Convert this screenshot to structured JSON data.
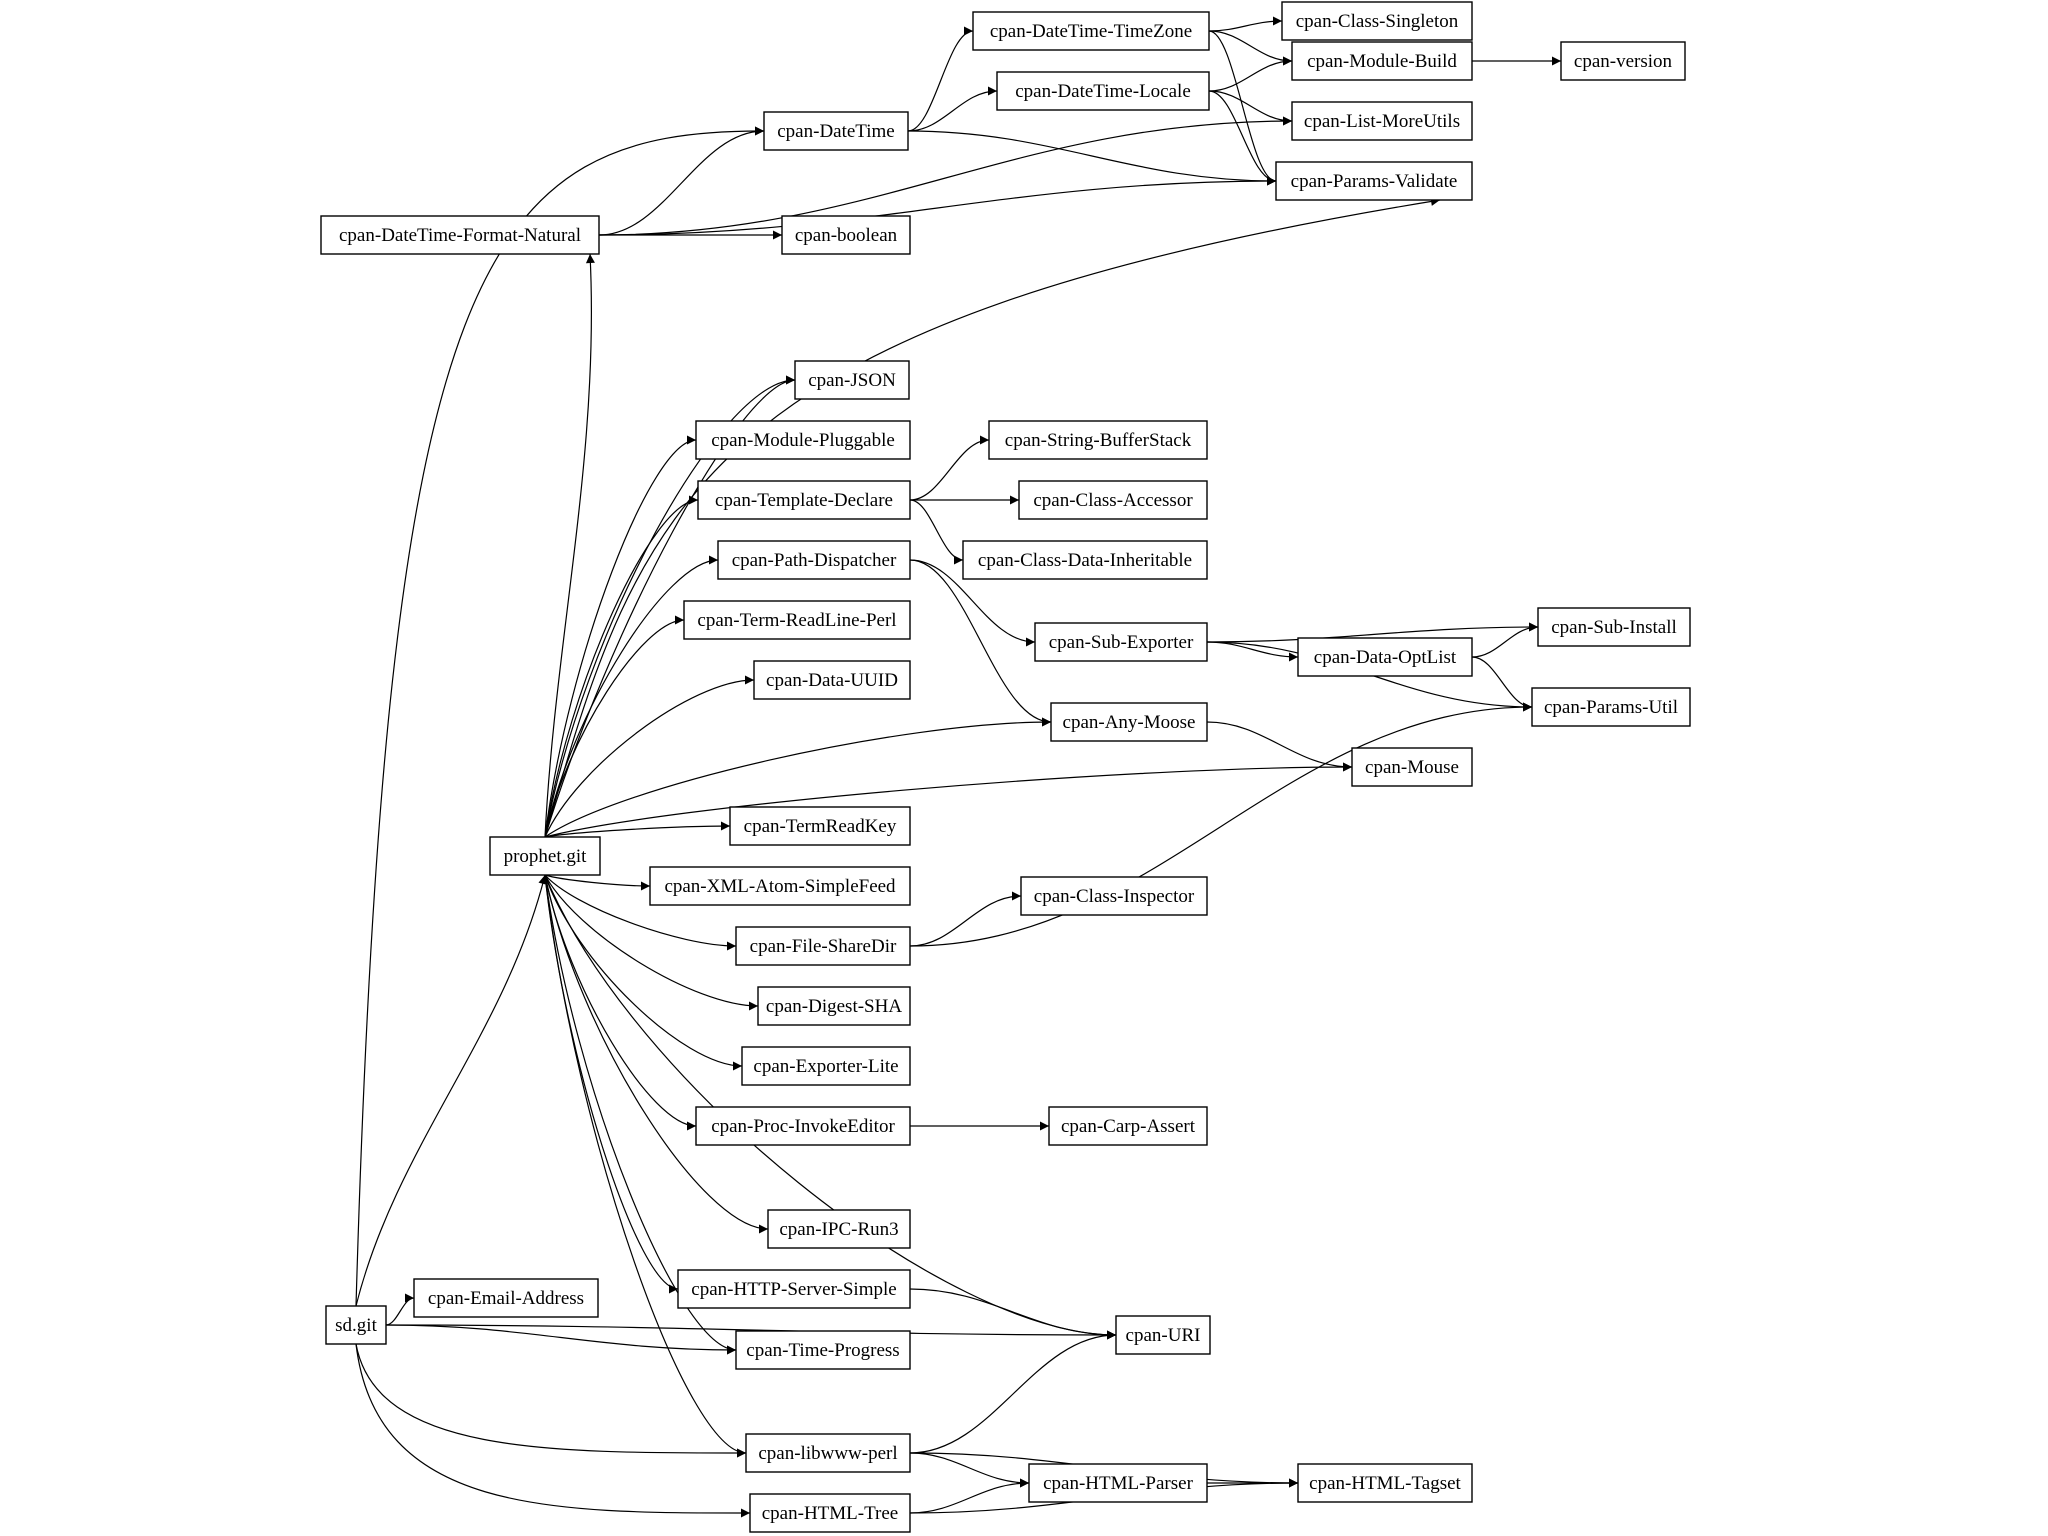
{
  "graph": {
    "nodes": [
      {
        "id": "cpan-Class-Singleton",
        "label": "cpan-Class-Singleton"
      },
      {
        "id": "cpan-DateTime-TimeZone",
        "label": "cpan-DateTime-TimeZone"
      },
      {
        "id": "cpan-Module-Build",
        "label": "cpan-Module-Build"
      },
      {
        "id": "cpan-version",
        "label": "cpan-version"
      },
      {
        "id": "cpan-DateTime-Locale",
        "label": "cpan-DateTime-Locale"
      },
      {
        "id": "cpan-List-MoreUtils",
        "label": "cpan-List-MoreUtils"
      },
      {
        "id": "cpan-DateTime",
        "label": "cpan-DateTime"
      },
      {
        "id": "cpan-Params-Validate",
        "label": "cpan-Params-Validate"
      },
      {
        "id": "cpan-DateTime-Format-Natural",
        "label": "cpan-DateTime-Format-Natural"
      },
      {
        "id": "cpan-boolean",
        "label": "cpan-boolean"
      },
      {
        "id": "cpan-JSON",
        "label": "cpan-JSON"
      },
      {
        "id": "cpan-Module-Pluggable",
        "label": "cpan-Module-Pluggable"
      },
      {
        "id": "cpan-String-BufferStack",
        "label": "cpan-String-BufferStack"
      },
      {
        "id": "cpan-Template-Declare",
        "label": "cpan-Template-Declare"
      },
      {
        "id": "cpan-Class-Accessor",
        "label": "cpan-Class-Accessor"
      },
      {
        "id": "cpan-Path-Dispatcher",
        "label": "cpan-Path-Dispatcher"
      },
      {
        "id": "cpan-Class-Data-Inheritable",
        "label": "cpan-Class-Data-Inheritable"
      },
      {
        "id": "cpan-Term-ReadLine-Perl",
        "label": "cpan-Term-ReadLine-Perl"
      },
      {
        "id": "cpan-Sub-Exporter",
        "label": "cpan-Sub-Exporter"
      },
      {
        "id": "cpan-Sub-Install",
        "label": "cpan-Sub-Install"
      },
      {
        "id": "cpan-Data-OptList",
        "label": "cpan-Data-OptList"
      },
      {
        "id": "cpan-Data-UUID",
        "label": "cpan-Data-UUID"
      },
      {
        "id": "cpan-Params-Util",
        "label": "cpan-Params-Util"
      },
      {
        "id": "cpan-Any-Moose",
        "label": "cpan-Any-Moose"
      },
      {
        "id": "cpan-Mouse",
        "label": "cpan-Mouse"
      },
      {
        "id": "cpan-TermReadKey",
        "label": "cpan-TermReadKey"
      },
      {
        "id": "prophet.git",
        "label": "prophet.git"
      },
      {
        "id": "cpan-XML-Atom-SimpleFeed",
        "label": "cpan-XML-Atom-SimpleFeed"
      },
      {
        "id": "cpan-Class-Inspector",
        "label": "cpan-Class-Inspector"
      },
      {
        "id": "cpan-File-ShareDir",
        "label": "cpan-File-ShareDir"
      },
      {
        "id": "cpan-Digest-SHA",
        "label": "cpan-Digest-SHA"
      },
      {
        "id": "cpan-Exporter-Lite",
        "label": "cpan-Exporter-Lite"
      },
      {
        "id": "cpan-Proc-InvokeEditor",
        "label": "cpan-Proc-InvokeEditor"
      },
      {
        "id": "cpan-Carp-Assert",
        "label": "cpan-Carp-Assert"
      },
      {
        "id": "cpan-IPC-Run3",
        "label": "cpan-IPC-Run3"
      },
      {
        "id": "cpan-HTTP-Server-Simple",
        "label": "cpan-HTTP-Server-Simple"
      },
      {
        "id": "sd.git",
        "label": "sd.git"
      },
      {
        "id": "cpan-Email-Address",
        "label": "cpan-Email-Address"
      },
      {
        "id": "cpan-URI",
        "label": "cpan-URI"
      },
      {
        "id": "cpan-Time-Progress",
        "label": "cpan-Time-Progress"
      },
      {
        "id": "cpan-libwww-perl",
        "label": "cpan-libwww-perl"
      },
      {
        "id": "cpan-HTML-Parser",
        "label": "cpan-HTML-Parser"
      },
      {
        "id": "cpan-HTML-Tagset",
        "label": "cpan-HTML-Tagset"
      },
      {
        "id": "cpan-HTML-Tree",
        "label": "cpan-HTML-Tree"
      }
    ],
    "edges": [
      {
        "from": "cpan-DateTime-TimeZone",
        "to": "cpan-Class-Singleton"
      },
      {
        "from": "cpan-DateTime-TimeZone",
        "to": "cpan-Module-Build"
      },
      {
        "from": "cpan-DateTime-TimeZone",
        "to": "cpan-Params-Validate"
      },
      {
        "from": "cpan-Module-Build",
        "to": "cpan-version"
      },
      {
        "from": "cpan-DateTime-Locale",
        "to": "cpan-Module-Build"
      },
      {
        "from": "cpan-DateTime-Locale",
        "to": "cpan-List-MoreUtils"
      },
      {
        "from": "cpan-DateTime-Locale",
        "to": "cpan-Params-Validate"
      },
      {
        "from": "cpan-DateTime",
        "to": "cpan-DateTime-TimeZone"
      },
      {
        "from": "cpan-DateTime",
        "to": "cpan-DateTime-Locale"
      },
      {
        "from": "cpan-DateTime",
        "to": "cpan-Params-Validate"
      },
      {
        "from": "cpan-DateTime-Format-Natural",
        "to": "cpan-DateTime"
      },
      {
        "from": "cpan-DateTime-Format-Natural",
        "to": "cpan-boolean"
      },
      {
        "from": "cpan-DateTime-Format-Natural",
        "to": "cpan-List-MoreUtils"
      },
      {
        "from": "cpan-DateTime-Format-Natural",
        "to": "cpan-Params-Validate"
      },
      {
        "from": "cpan-Template-Declare",
        "to": "cpan-String-BufferStack"
      },
      {
        "from": "cpan-Template-Declare",
        "to": "cpan-Class-Accessor"
      },
      {
        "from": "cpan-Template-Declare",
        "to": "cpan-Class-Data-Inheritable"
      },
      {
        "from": "cpan-Path-Dispatcher",
        "to": "cpan-Sub-Exporter"
      },
      {
        "from": "cpan-Path-Dispatcher",
        "to": "cpan-Any-Moose"
      },
      {
        "from": "cpan-Sub-Exporter",
        "to": "cpan-Sub-Install"
      },
      {
        "from": "cpan-Sub-Exporter",
        "to": "cpan-Data-OptList"
      },
      {
        "from": "cpan-Sub-Exporter",
        "to": "cpan-Params-Util"
      },
      {
        "from": "cpan-Data-OptList",
        "to": "cpan-Sub-Install"
      },
      {
        "from": "cpan-Data-OptList",
        "to": "cpan-Params-Util"
      },
      {
        "from": "cpan-Any-Moose",
        "to": "cpan-Mouse"
      },
      {
        "from": "cpan-File-ShareDir",
        "to": "cpan-Class-Inspector"
      },
      {
        "from": "cpan-File-ShareDir",
        "to": "cpan-Params-Util"
      },
      {
        "from": "cpan-Proc-InvokeEditor",
        "to": "cpan-Carp-Assert"
      },
      {
        "from": "cpan-HTTP-Server-Simple",
        "to": "cpan-URI"
      },
      {
        "from": "cpan-libwww-perl",
        "to": "cpan-URI"
      },
      {
        "from": "cpan-libwww-perl",
        "to": "cpan-HTML-Parser"
      },
      {
        "from": "cpan-libwww-perl",
        "to": "cpan-HTML-Tagset"
      },
      {
        "from": "cpan-HTML-Parser",
        "to": "cpan-HTML-Tagset"
      },
      {
        "from": "cpan-HTML-Tree",
        "to": "cpan-HTML-Parser"
      },
      {
        "from": "cpan-HTML-Tree",
        "to": "cpan-HTML-Tagset"
      },
      {
        "from": "prophet.git",
        "to": "cpan-DateTime-Format-Natural"
      },
      {
        "from": "prophet.git",
        "to": "cpan-Params-Validate"
      },
      {
        "from": "prophet.git",
        "to": "cpan-JSON"
      },
      {
        "from": "prophet.git",
        "to": "cpan-JSON"
      },
      {
        "from": "prophet.git",
        "to": "cpan-Module-Pluggable"
      },
      {
        "from": "prophet.git",
        "to": "cpan-Template-Declare"
      },
      {
        "from": "prophet.git",
        "to": "cpan-Path-Dispatcher"
      },
      {
        "from": "prophet.git",
        "to": "cpan-Term-ReadLine-Perl"
      },
      {
        "from": "prophet.git",
        "to": "cpan-Data-UUID"
      },
      {
        "from": "prophet.git",
        "to": "cpan-Any-Moose"
      },
      {
        "from": "prophet.git",
        "to": "cpan-Mouse"
      },
      {
        "from": "prophet.git",
        "to": "cpan-TermReadKey"
      },
      {
        "from": "prophet.git",
        "to": "cpan-XML-Atom-SimpleFeed"
      },
      {
        "from": "prophet.git",
        "to": "cpan-File-ShareDir"
      },
      {
        "from": "prophet.git",
        "to": "cpan-Digest-SHA"
      },
      {
        "from": "prophet.git",
        "to": "cpan-Exporter-Lite"
      },
      {
        "from": "prophet.git",
        "to": "cpan-Proc-InvokeEditor"
      },
      {
        "from": "prophet.git",
        "to": "cpan-URI"
      },
      {
        "from": "prophet.git",
        "to": "cpan-IPC-Run3"
      },
      {
        "from": "prophet.git",
        "to": "cpan-HTTP-Server-Simple"
      },
      {
        "from": "prophet.git",
        "to": "cpan-Time-Progress"
      },
      {
        "from": "prophet.git",
        "to": "cpan-libwww-perl"
      },
      {
        "from": "sd.git",
        "to": "prophet.git"
      },
      {
        "from": "sd.git",
        "to": "cpan-DateTime"
      },
      {
        "from": "sd.git",
        "to": "cpan-Email-Address"
      },
      {
        "from": "sd.git",
        "to": "cpan-Time-Progress"
      },
      {
        "from": "sd.git",
        "to": "cpan-URI"
      },
      {
        "from": "sd.git",
        "to": "cpan-libwww-perl"
      },
      {
        "from": "sd.git",
        "to": "cpan-HTML-Tree"
      }
    ]
  }
}
